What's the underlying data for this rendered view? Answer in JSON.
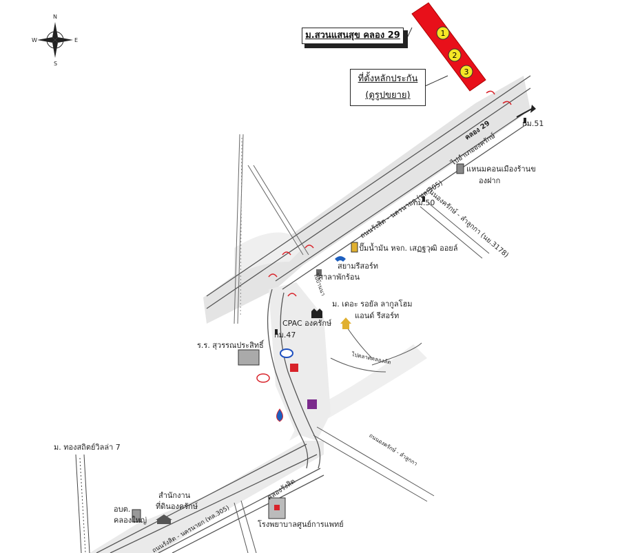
{
  "project": {
    "title": "ม.สวนแสนสุข คลอง 29"
  },
  "callout": {
    "line1": "ที่ตั้งหลักประกัน",
    "line2": "(ดูรูปขยาย)"
  },
  "compass": {
    "n": "N",
    "s": "S",
    "e": "E",
    "w": "W"
  },
  "plots": [
    "1",
    "2",
    "3"
  ],
  "roads": {
    "klong29": "คลอง 29",
    "to_ongkharak": "ไปอำเภอองครักษ์",
    "main_road": "ถนนรังสิต - นครนายก (ทล.305)",
    "side_road": "ถนนองครักษ์ - ลำลูกกา (นย.3178)",
    "khlong_rangsit": "คลองรังสิต",
    "to_ban_na": "ไปบ้านนา",
    "to_talat_khlong": "ไปตลาดคลองลัด",
    "rangsit_bottom": "ถนนรังสิต - นครนายก (ทล.305)",
    "lower_right": "ถนนองครักษ์ - ลำลูกกา"
  },
  "km": {
    "km51": "กม.51",
    "km50": "กม.50",
    "km47": "กม.47"
  },
  "places": {
    "hanam": "แหนมคอนเมืองร้านข",
    "hanam2": "องฝาก",
    "gas": "ปั๊มน้ำมัน หจก. เสฏฐวุฒิ ออยล์",
    "siam": "สยามรีสอร์ท",
    "sala": "ศาลาพักร้อน",
    "village": "ม. เดอะ รอยัล ลากูลโฮม",
    "village2": "แอนด์ รีสอร์ท",
    "cpac": "CPAC องครักษ์",
    "school": "ร.ร. สุวรรณประสิทธิ์",
    "thong": "ม. ทองสถิตย์วิลล่า 7",
    "abt": "อบต.",
    "abt2": "คลองใหญ่",
    "office": "สำนักงาน",
    "office2": "ที่ดินองครักษ์",
    "hospital": "โรงพยาบาลศูนย์การแพทย์"
  },
  "colors": {
    "road": "#e6e6e6",
    "site": "#e8101a",
    "plot": "#f5e626",
    "line": "#555555"
  }
}
